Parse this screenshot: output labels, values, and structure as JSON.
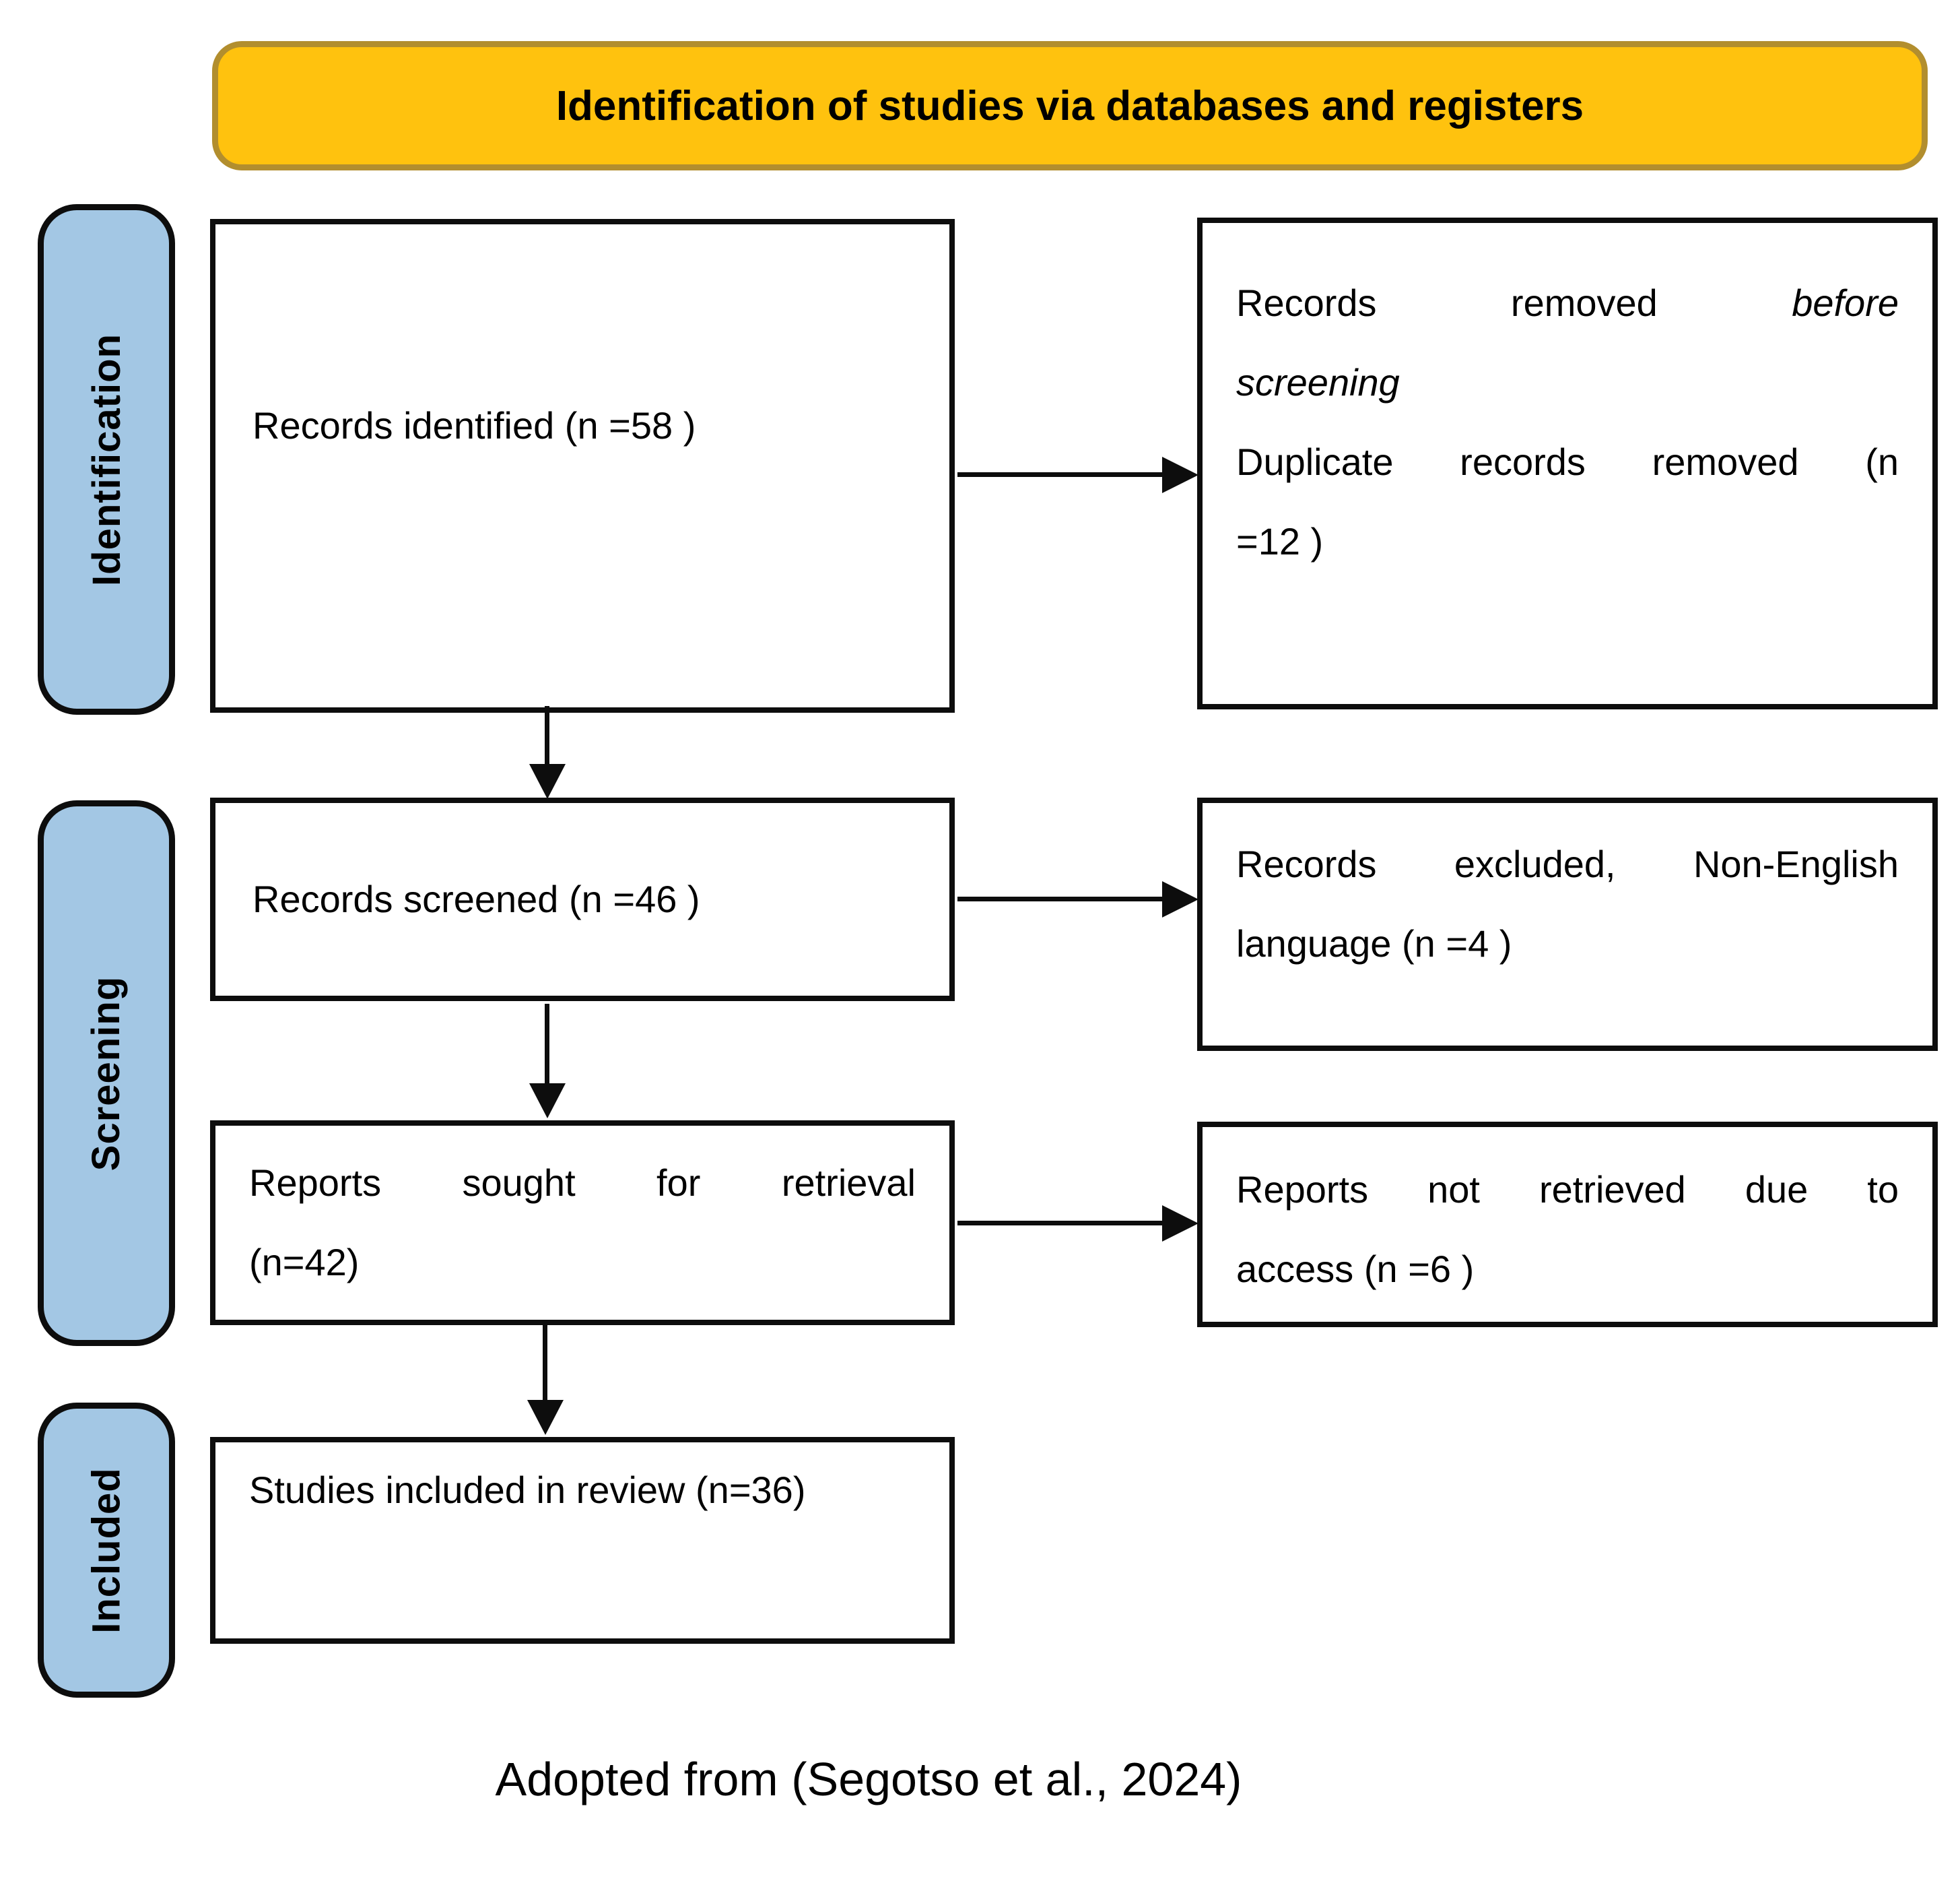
{
  "banner": {
    "title": "Identification of studies via databases and registers"
  },
  "stages": {
    "identification": "Identification",
    "screening": "Screening",
    "included": "Included"
  },
  "boxes": {
    "records_identified": {
      "text": "Records identified (n =58 )"
    },
    "records_removed": {
      "l1_regular": "Records removed",
      "l1_italic": "before",
      "l2_italic": "screening",
      "l3": "Duplicate records removed (n",
      "l4": "=12 )"
    },
    "records_screened": {
      "text": "Records screened (n =46 )"
    },
    "records_excluded": {
      "l1": "Records excluded, Non-English",
      "l2": "language (n =4 )"
    },
    "reports_sought": {
      "l1": "Reports sought for retrieval",
      "l2": "(n=42)"
    },
    "reports_not_retrieved": {
      "l1": "Reports not retrieved due to",
      "l2": "access (n =6 )"
    },
    "studies_included": {
      "text": "Studies included in review (n=36)"
    }
  },
  "caption": "Adopted from (Segotso et al., 2024)",
  "colors": {
    "banner_fill": "#FFC20E",
    "banner_border": "#B28E2E",
    "stage_fill": "#A3C7E4",
    "stage_border": "#0d0d0d",
    "box_border": "#0d0d0d",
    "arrow": "#0d0d0d",
    "text": "#000000"
  }
}
